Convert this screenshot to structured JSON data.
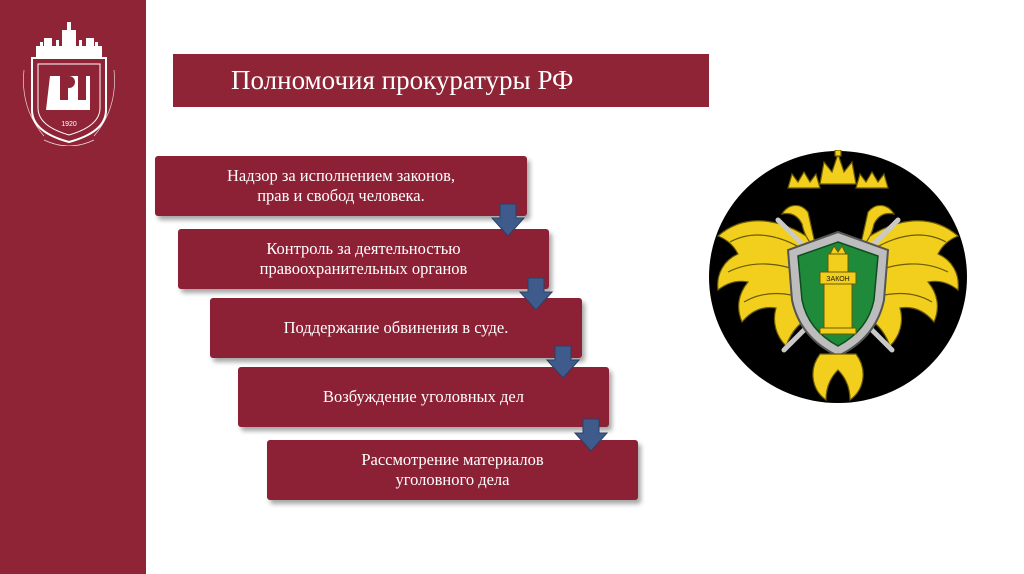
{
  "slide": {
    "title": "Полномочия прокуратуры РФ",
    "steps": [
      "Надзор за исполнением законов,\nправ и свобод человека.",
      "Контроль за деятельностью\nправоохранительных органов",
      "Поддержание обвинения в суде.",
      "Возбуждение уголовных дел",
      "Рассмотрение материалов\nуголовного дела"
    ]
  },
  "logo": {
    "year": "1920",
    "icon": "university-crest-icon"
  },
  "emblem": {
    "icon": "prosecutor-office-emblem-icon",
    "shield_text": "ЗАКОН"
  },
  "colors": {
    "accent": "#8f2437",
    "arrow": "#3f5b8c",
    "emblem_gold": "#f2cf1c",
    "emblem_shield": "#1f8a3a"
  }
}
